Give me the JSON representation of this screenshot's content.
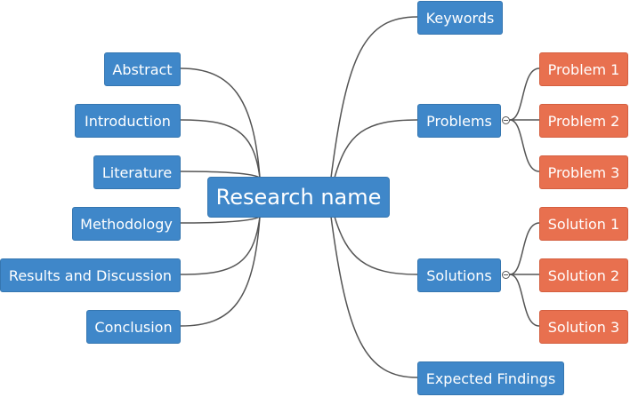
{
  "center": "Research name",
  "left": [
    "Abstract",
    "Introduction",
    "Literature",
    "Methodology",
    "Results and Discussion",
    "Conclusion"
  ],
  "right": {
    "keywords": "Keywords",
    "problems": "Problems",
    "solutions": "Solutions",
    "expected_findings": "Expected Findings"
  },
  "problem_items": [
    "Problem 1",
    "Problem 2",
    "Problem 3"
  ],
  "solution_items": [
    "Solution 1",
    "Solution 2",
    "Solution 3"
  ],
  "colors": {
    "topic": "#3f87c9",
    "leaf": "#e8704f",
    "line": "#555555"
  }
}
